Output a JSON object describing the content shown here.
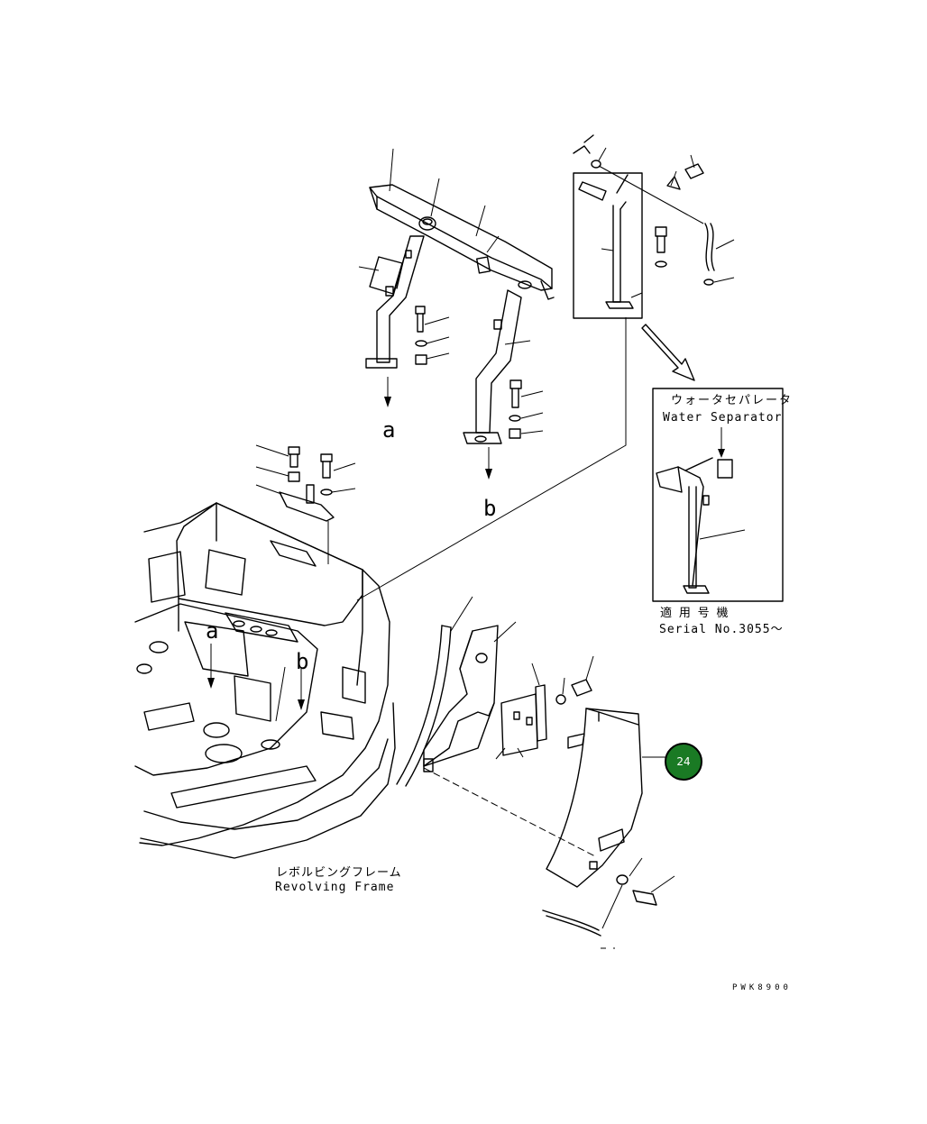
{
  "labels": {
    "water_separator_jp": "ウォータセパレータ",
    "water_separator_en": "Water Separator",
    "serial_jp": "適 用 号 機",
    "serial_en": "Serial No.3055～",
    "revolving_frame_jp": "レボルビングフレーム",
    "revolving_frame_en": "Revolving Frame",
    "ref_a_top": "a",
    "ref_b_top": "b",
    "ref_a_frame": "a",
    "ref_b_frame": "b",
    "drawing_code": "PWK8900"
  },
  "callout": {
    "number": "24",
    "color": "#1a7a24"
  }
}
